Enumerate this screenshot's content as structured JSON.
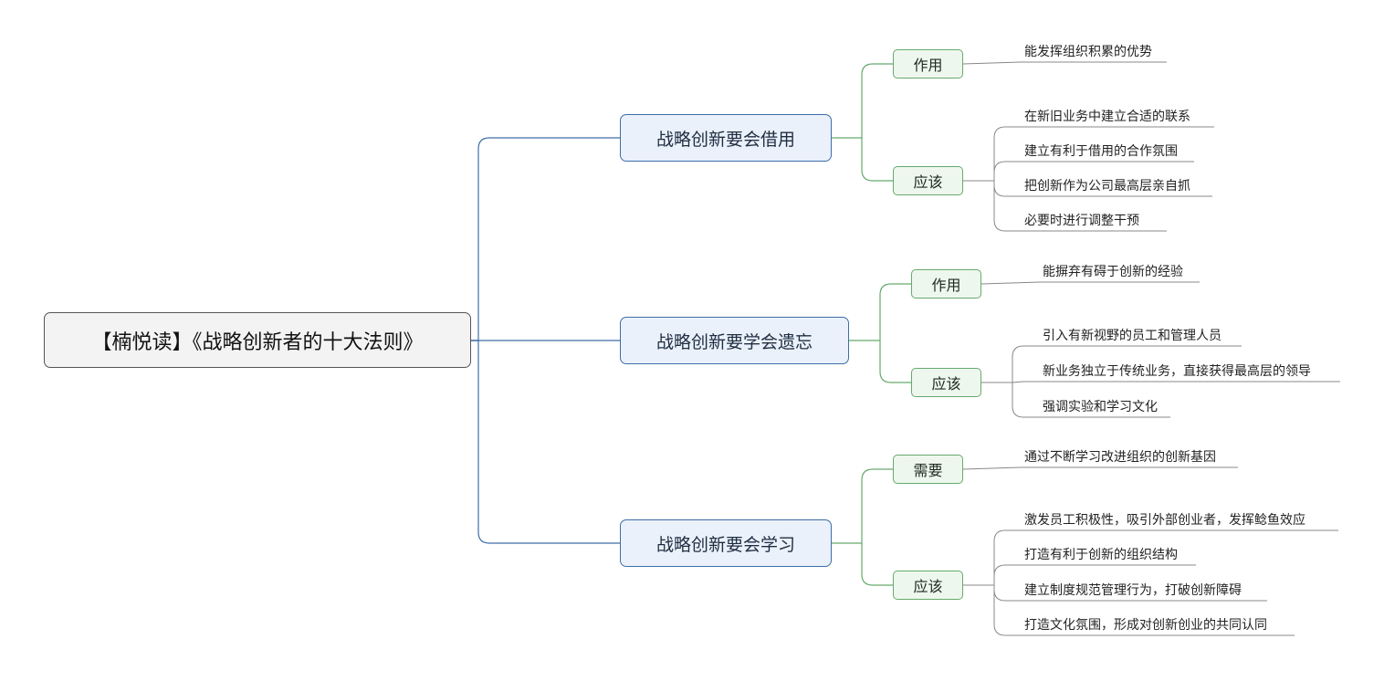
{
  "root": {
    "title": "【楠悦读】《战略创新者的十大法则》"
  },
  "branches": [
    {
      "title": "战略创新要会借用",
      "groups": [
        {
          "label": "作用",
          "items": [
            "能发挥组织积累的优势"
          ]
        },
        {
          "label": "应该",
          "items": [
            "在新旧业务中建立合适的联系",
            "建立有利于借用的合作氛围",
            "把创新作为公司最高层亲自抓",
            "必要时进行调整干预"
          ]
        }
      ]
    },
    {
      "title": "战略创新要学会遗忘",
      "groups": [
        {
          "label": "作用",
          "items": [
            "能摒弃有碍于创新的经验"
          ]
        },
        {
          "label": "应该",
          "items": [
            "引入有新视野的员工和管理人员",
            "新业务独立于传统业务，直接获得最高层的领导",
            "强调实验和学习文化"
          ]
        }
      ]
    },
    {
      "title": "战略创新要会学习",
      "groups": [
        {
          "label": "需要",
          "items": [
            "通过不断学习改进组织的创新基因"
          ]
        },
        {
          "label": "应该",
          "items": [
            "激发员工积极性，吸引外部创业者，发挥鲶鱼效应",
            "打造有利于创新的组织结构",
            "建立制度规范管理行为，打破创新障碍",
            "打造文化氛围，形成对创新创业的共同认同"
          ]
        }
      ]
    }
  ],
  "colors": {
    "main_link": "#3e6ea8",
    "sub_link": "#66aa6c",
    "leaf_line": "#888888"
  }
}
